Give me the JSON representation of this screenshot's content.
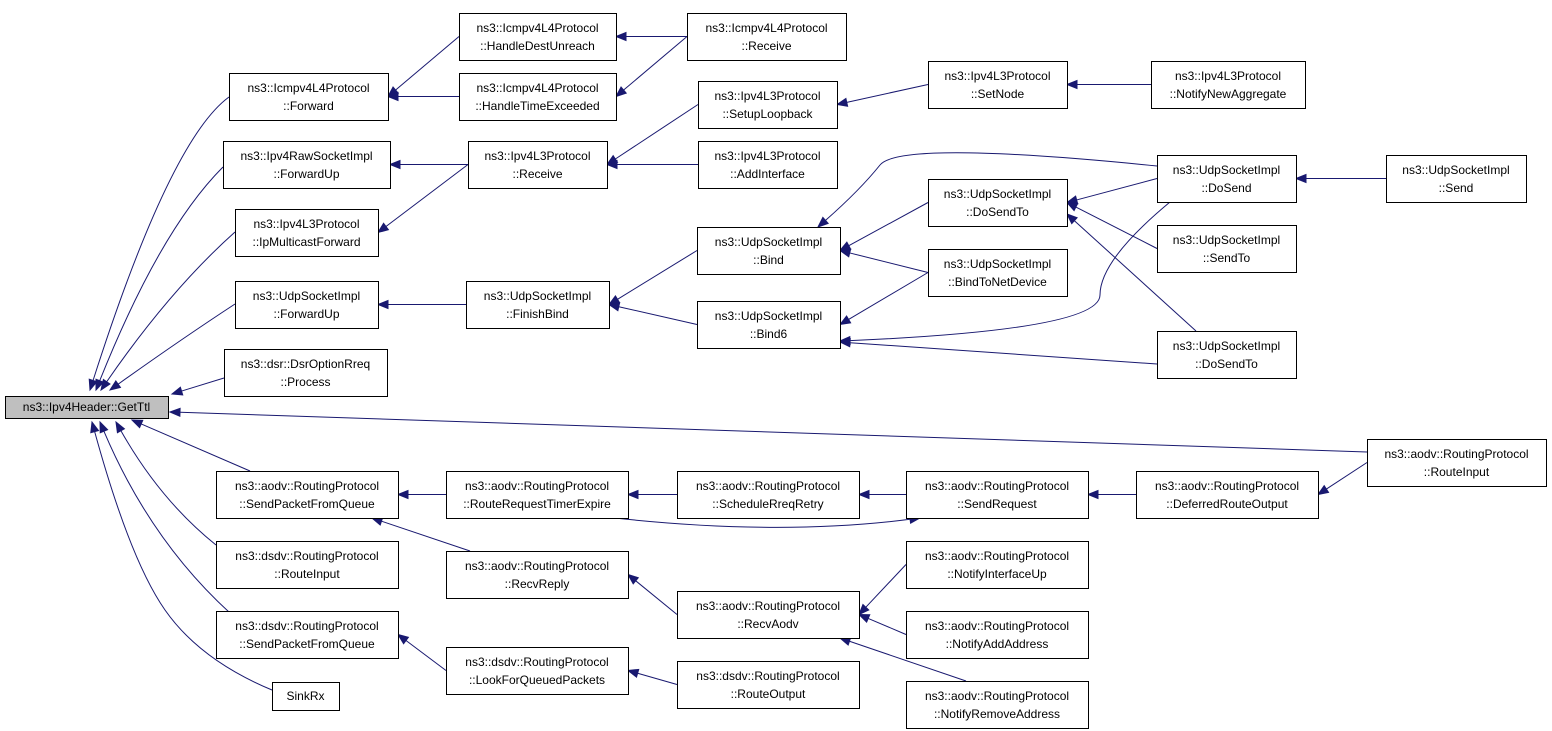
{
  "colors": {
    "edge": "#191970",
    "root_fill": "#bfbfbf",
    "node_fill": "#ffffff",
    "border": "#000000"
  },
  "nodes": [
    {
      "id": "root",
      "lines": [
        "ns3::Ipv4Header::GetTtl"
      ],
      "root": true
    },
    {
      "id": "icmp_fwd",
      "lines": [
        "ns3::Icmpv4L4Protocol",
        "::Forward"
      ]
    },
    {
      "id": "icmp_hdu",
      "lines": [
        "ns3::Icmpv4L4Protocol",
        "::HandleDestUnreach"
      ]
    },
    {
      "id": "icmp_hte",
      "lines": [
        "ns3::Icmpv4L4Protocol",
        "::HandleTimeExceeded"
      ]
    },
    {
      "id": "icmp_recv",
      "lines": [
        "ns3::Icmpv4L4Protocol",
        "::Receive"
      ]
    },
    {
      "id": "raw_fwdup",
      "lines": [
        "ns3::Ipv4RawSocketImpl",
        "::ForwardUp"
      ]
    },
    {
      "id": "l3_recv",
      "lines": [
        "ns3::Ipv4L3Protocol",
        "::Receive"
      ]
    },
    {
      "id": "l3_loop",
      "lines": [
        "ns3::Ipv4L3Protocol",
        "::SetupLoopback"
      ]
    },
    {
      "id": "l3_addif",
      "lines": [
        "ns3::Ipv4L3Protocol",
        "::AddInterface"
      ]
    },
    {
      "id": "l3_setnode",
      "lines": [
        "ns3::Ipv4L3Protocol",
        "::SetNode"
      ]
    },
    {
      "id": "l3_notify",
      "lines": [
        "ns3::Ipv4L3Protocol",
        "::NotifyNewAggregate"
      ]
    },
    {
      "id": "l3_mcast",
      "lines": [
        "ns3::Ipv4L3Protocol",
        "::IpMulticastForward"
      ]
    },
    {
      "id": "udp_fwdup",
      "lines": [
        "ns3::UdpSocketImpl",
        "::ForwardUp"
      ]
    },
    {
      "id": "udp_finish",
      "lines": [
        "ns3::UdpSocketImpl",
        "::FinishBind"
      ]
    },
    {
      "id": "udp_bind",
      "lines": [
        "ns3::UdpSocketImpl",
        "::Bind"
      ]
    },
    {
      "id": "udp_bind6",
      "lines": [
        "ns3::UdpSocketImpl",
        "::Bind6"
      ]
    },
    {
      "id": "udp_dosendto_a",
      "lines": [
        "ns3::UdpSocketImpl",
        "::DoSendTo"
      ]
    },
    {
      "id": "udp_bindnd",
      "lines": [
        "ns3::UdpSocketImpl",
        "::BindToNetDevice"
      ]
    },
    {
      "id": "udp_dosend",
      "lines": [
        "ns3::UdpSocketImpl",
        "::DoSend"
      ]
    },
    {
      "id": "udp_sendto",
      "lines": [
        "ns3::UdpSocketImpl",
        "::SendTo"
      ]
    },
    {
      "id": "udp_dosendto_b",
      "lines": [
        "ns3::UdpSocketImpl",
        "::DoSendTo"
      ]
    },
    {
      "id": "udp_send",
      "lines": [
        "ns3::UdpSocketImpl",
        "::Send"
      ]
    },
    {
      "id": "dsr_proc",
      "lines": [
        "ns3::dsr::DsrOptionRreq",
        "::Process"
      ]
    },
    {
      "id": "aodv_routeinput",
      "lines": [
        "ns3::aodv::RoutingProtocol",
        "::RouteInput"
      ]
    },
    {
      "id": "aodv_spfq",
      "lines": [
        "ns3::aodv::RoutingProtocol",
        "::SendPacketFromQueue"
      ]
    },
    {
      "id": "aodv_rrte",
      "lines": [
        "ns3::aodv::RoutingProtocol",
        "::RouteRequestTimerExpire"
      ]
    },
    {
      "id": "aodv_srr",
      "lines": [
        "ns3::aodv::RoutingProtocol",
        "::ScheduleRreqRetry"
      ]
    },
    {
      "id": "aodv_sendreq",
      "lines": [
        "ns3::aodv::RoutingProtocol",
        "::SendRequest"
      ]
    },
    {
      "id": "aodv_dro",
      "lines": [
        "ns3::aodv::RoutingProtocol",
        "::DeferredRouteOutput"
      ]
    },
    {
      "id": "aodv_recvreply",
      "lines": [
        "ns3::aodv::RoutingProtocol",
        "::RecvReply"
      ]
    },
    {
      "id": "aodv_recvaodv",
      "lines": [
        "ns3::aodv::RoutingProtocol",
        "::RecvAodv"
      ]
    },
    {
      "id": "aodv_nifup",
      "lines": [
        "ns3::aodv::RoutingProtocol",
        "::NotifyInterfaceUp"
      ]
    },
    {
      "id": "aodv_naddr",
      "lines": [
        "ns3::aodv::RoutingProtocol",
        "::NotifyAddAddress"
      ]
    },
    {
      "id": "aodv_nremaddr",
      "lines": [
        "ns3::aodv::RoutingProtocol",
        "::NotifyRemoveAddress"
      ]
    },
    {
      "id": "dsdv_routeinput",
      "lines": [
        "ns3::dsdv::RoutingProtocol",
        "::RouteInput"
      ]
    },
    {
      "id": "dsdv_spfq",
      "lines": [
        "ns3::dsdv::RoutingProtocol",
        "::SendPacketFromQueue"
      ]
    },
    {
      "id": "dsdv_lfqp",
      "lines": [
        "ns3::dsdv::RoutingProtocol",
        "::LookForQueuedPackets"
      ]
    },
    {
      "id": "dsdv_routeoutput",
      "lines": [
        "ns3::dsdv::RoutingProtocol",
        "::RouteOutput"
      ]
    },
    {
      "id": "sinkrx",
      "lines": [
        "SinkRx"
      ]
    }
  ],
  "edges": [
    {
      "from": "icmp_fwd",
      "to": "root"
    },
    {
      "from": "raw_fwdup",
      "to": "root"
    },
    {
      "from": "l3_mcast",
      "to": "root"
    },
    {
      "from": "udp_fwdup",
      "to": "root"
    },
    {
      "from": "dsr_proc",
      "to": "root"
    },
    {
      "from": "aodv_routeinput",
      "to": "root"
    },
    {
      "from": "aodv_spfq",
      "to": "root"
    },
    {
      "from": "dsdv_routeinput",
      "to": "root"
    },
    {
      "from": "dsdv_spfq",
      "to": "root"
    },
    {
      "from": "sinkrx",
      "to": "root"
    },
    {
      "from": "icmp_hdu",
      "to": "icmp_fwd"
    },
    {
      "from": "icmp_hte",
      "to": "icmp_fwd"
    },
    {
      "from": "icmp_recv",
      "to": "icmp_hdu"
    },
    {
      "from": "icmp_recv",
      "to": "icmp_hte"
    },
    {
      "from": "l3_recv",
      "to": "raw_fwdup"
    },
    {
      "from": "l3_recv",
      "to": "l3_mcast"
    },
    {
      "from": "l3_loop",
      "to": "l3_recv"
    },
    {
      "from": "l3_addif",
      "to": "l3_recv"
    },
    {
      "from": "l3_setnode",
      "to": "l3_loop"
    },
    {
      "from": "l3_notify",
      "to": "l3_setnode"
    },
    {
      "from": "udp_finish",
      "to": "udp_fwdup"
    },
    {
      "from": "udp_bind",
      "to": "udp_finish"
    },
    {
      "from": "udp_bind6",
      "to": "udp_finish"
    },
    {
      "from": "udp_dosendto_a",
      "to": "udp_bind"
    },
    {
      "from": "udp_dosend",
      "to": "udp_bind"
    },
    {
      "from": "udp_bindnd",
      "to": "udp_bind"
    },
    {
      "from": "udp_bindnd",
      "to": "udp_bind6"
    },
    {
      "from": "udp_dosend",
      "to": "udp_bind6"
    },
    {
      "from": "udp_dosendto_b",
      "to": "udp_bind6"
    },
    {
      "from": "udp_dosend",
      "to": "udp_dosendto_a"
    },
    {
      "from": "udp_sendto",
      "to": "udp_dosendto_a"
    },
    {
      "from": "udp_dosendto_b",
      "to": "udp_dosendto_a"
    },
    {
      "from": "udp_send",
      "to": "udp_dosend"
    },
    {
      "from": "aodv_rrte",
      "to": "aodv_spfq"
    },
    {
      "from": "aodv_recvreply",
      "to": "aodv_spfq"
    },
    {
      "from": "aodv_srr",
      "to": "aodv_rrte"
    },
    {
      "from": "aodv_sendreq",
      "to": "aodv_srr"
    },
    {
      "from": "aodv_rrte",
      "to": "aodv_sendreq"
    },
    {
      "from": "aodv_dro",
      "to": "aodv_sendreq"
    },
    {
      "from": "aodv_routeinput",
      "to": "aodv_dro"
    },
    {
      "from": "aodv_recvaodv",
      "to": "aodv_recvreply"
    },
    {
      "from": "aodv_nifup",
      "to": "aodv_recvaodv"
    },
    {
      "from": "aodv_naddr",
      "to": "aodv_recvaodv"
    },
    {
      "from": "aodv_nremaddr",
      "to": "aodv_recvaodv"
    },
    {
      "from": "dsdv_lfqp",
      "to": "dsdv_spfq"
    },
    {
      "from": "dsdv_routeoutput",
      "to": "dsdv_lfqp"
    }
  ]
}
